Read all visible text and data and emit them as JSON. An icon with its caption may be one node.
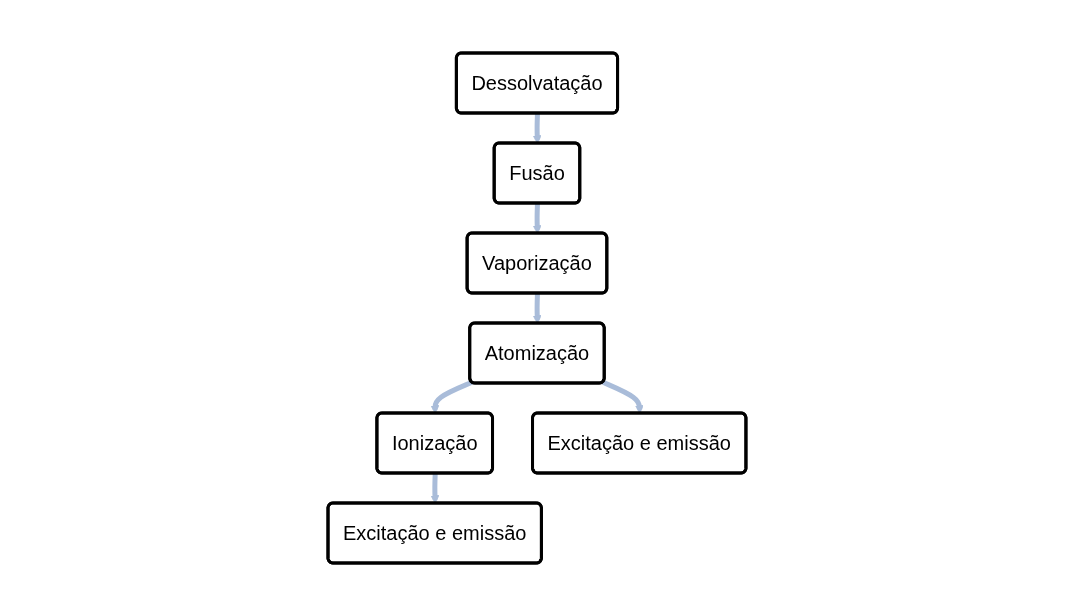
{
  "diagram": {
    "nodes": [
      {
        "text": [
          "Dessolvatação"
        ]
      },
      {
        "text": [
          "Fusão"
        ]
      },
      {
        "text": [
          "Vaporização"
        ]
      },
      {
        "text": [
          "Atomização"
        ]
      },
      {
        "text": [
          "Ionização"
        ]
      },
      {
        "text": [
          "Excitação e emissão"
        ]
      },
      {
        "text": [
          "Excitação e emissão"
        ]
      }
    ],
    "edges": [
      {
        "from": 0,
        "to": 1,
        "arrow": "to"
      },
      {
        "from": 1,
        "to": 2,
        "arrow": "to"
      },
      {
        "from": 2,
        "to": 3,
        "arrow": "to"
      },
      {
        "from": 3,
        "to": 4,
        "arrow": "to"
      },
      {
        "from": 4,
        "to": 5,
        "arrow": "to"
      },
      {
        "from": 3,
        "to": 6,
        "arrow": "to"
      }
    ]
  }
}
